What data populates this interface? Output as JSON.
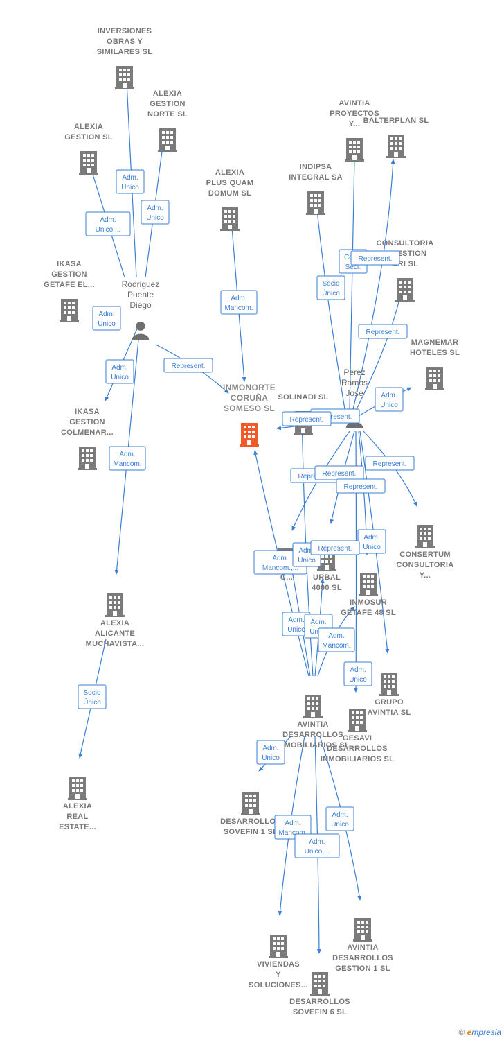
{
  "colors": {
    "edge": "#3a7fd5",
    "company": "#7b7b7b",
    "main_company": "#f05a28",
    "person": "#6f6f6f"
  },
  "companies": [
    {
      "id": "inversiones",
      "lines": [
        "INVERSIONES",
        "OBRAS Y",
        "SIMILARES SL"
      ]
    },
    {
      "id": "alexia_norte",
      "lines": [
        "ALEXIA",
        "GESTION",
        "NORTE  SL"
      ]
    },
    {
      "id": "alexia_gestion",
      "lines": [
        "ALEXIA",
        "GESTION  SL"
      ]
    },
    {
      "id": "alexia_plus",
      "lines": [
        "ALEXIA",
        "PLUS QUAM",
        "DOMUM  SL"
      ]
    },
    {
      "id": "avintia_proyectos",
      "lines": [
        "AVINTIA",
        "PROYECTOS",
        "Y..."
      ]
    },
    {
      "id": "balterplan",
      "lines": [
        "BALTERPLAN SL"
      ]
    },
    {
      "id": "indipsa",
      "lines": [
        "INDIPSA",
        "INTEGRAL SA"
      ]
    },
    {
      "id": "consultoria_gri",
      "lines": [
        "CONSULTORIA",
        "Y GESTION",
        "GRI  SL"
      ]
    },
    {
      "id": "ikasa_getafe",
      "lines": [
        "IKASA",
        "GESTION",
        "GETAFE EL..."
      ]
    },
    {
      "id": "magnemar",
      "lines": [
        "MAGNEMAR",
        "HOTELES  SL"
      ]
    },
    {
      "id": "inmonorte",
      "lines": [
        "INMONORTE",
        "CORUÑA",
        "SOMESO  SL"
      ],
      "main": true
    },
    {
      "id": "solinadi",
      "lines": [
        "SOLINADI  SL"
      ]
    },
    {
      "id": "ikasa_colmenar",
      "lines": [
        "IKASA",
        "GESTION",
        "COLMENAR..."
      ]
    },
    {
      "id": "consertum",
      "lines": [
        "CONSERTUM",
        "CONSULTORIA",
        "Y..."
      ]
    },
    {
      "id": "c_company",
      "lines": [
        "C..."
      ]
    },
    {
      "id": "urbal",
      "lines": [
        "URBAL",
        "4000 SL"
      ]
    },
    {
      "id": "inmosur",
      "lines": [
        "INMOSUR",
        "GETAFE 48  SL"
      ]
    },
    {
      "id": "alexia_alicante",
      "lines": [
        "ALEXIA",
        "ALICANTE",
        "MUCHAVISTA..."
      ]
    },
    {
      "id": "grupo_avintia",
      "lines": [
        "GRUPO",
        "AVINTIA SL"
      ]
    },
    {
      "id": "avintia_desarrollos",
      "lines": [
        "AVINTIA",
        "DESARROLLOS",
        "INMOBILIARIOS SL"
      ]
    },
    {
      "id": "gesavi",
      "lines": [
        "GESAVI",
        "DESARROLLOS",
        "INMOBILIARIOS SL"
      ]
    },
    {
      "id": "alexia_real",
      "lines": [
        "ALEXIA",
        "REAL",
        "ESTATE..."
      ]
    },
    {
      "id": "sovefin1",
      "lines": [
        "DESARROLLOS",
        "SOVEFIN 1 SL"
      ]
    },
    {
      "id": "avintia_gestion1",
      "lines": [
        "AVINTIA",
        "DESARROLLOS",
        "GESTION 1 SL"
      ]
    },
    {
      "id": "viviendas",
      "lines": [
        "VIVIENDAS",
        "Y",
        "SOLUCIONES..."
      ]
    },
    {
      "id": "sovefin6",
      "lines": [
        "DESARROLLOS",
        "SOVEFIN 6  SL"
      ]
    }
  ],
  "persons": [
    {
      "id": "rodriguez",
      "lines": [
        "Rodriguez",
        "Puente",
        "Diego"
      ]
    },
    {
      "id": "perez",
      "lines": [
        "Perez",
        "Ramos",
        "Jose"
      ]
    }
  ],
  "edge_labels": [
    {
      "id": "e1",
      "lines": [
        "Adm.",
        "Unico"
      ]
    },
    {
      "id": "e2",
      "lines": [
        "Adm.",
        "Unico"
      ]
    },
    {
      "id": "e3",
      "lines": [
        "Adm.",
        "Unico,..."
      ]
    },
    {
      "id": "e4",
      "lines": [
        "Adm.",
        "Unico"
      ]
    },
    {
      "id": "e5",
      "lines": [
        "Adm.",
        "Mancom."
      ]
    },
    {
      "id": "e6",
      "lines": [
        "Adm.",
        "Unico"
      ]
    },
    {
      "id": "e7",
      "lines": [
        "Represent."
      ]
    },
    {
      "id": "e8",
      "lines": [
        "Adm.",
        "Mancom."
      ]
    },
    {
      "id": "e9",
      "lines": [
        "Socio",
        "Único"
      ]
    },
    {
      "id": "e10",
      "lines": [
        "Cons.",
        "Secr."
      ]
    },
    {
      "id": "e11",
      "lines": [
        "Represent."
      ]
    },
    {
      "id": "e12",
      "lines": [
        "Socio",
        "Único"
      ]
    },
    {
      "id": "e13",
      "lines": [
        "Represent."
      ]
    },
    {
      "id": "e14",
      "lines": [
        "Adm.",
        "Unico"
      ]
    },
    {
      "id": "e15",
      "lines": [
        "Represent."
      ]
    },
    {
      "id": "e16",
      "lines": [
        "Represent."
      ]
    },
    {
      "id": "e17",
      "lines": [
        "Represent."
      ]
    },
    {
      "id": "e18",
      "lines": [
        "Represent."
      ]
    },
    {
      "id": "e19",
      "lines": [
        "Represent."
      ]
    },
    {
      "id": "e20",
      "lines": [
        "Represent."
      ]
    },
    {
      "id": "e21",
      "lines": [
        "Adm.",
        "Unico"
      ]
    },
    {
      "id": "e22",
      "lines": [
        "Adm.",
        "Mancom.,..."
      ]
    },
    {
      "id": "e23",
      "lines": [
        "Adm.",
        "Unico"
      ]
    },
    {
      "id": "e24",
      "lines": [
        "Represent."
      ]
    },
    {
      "id": "e25",
      "lines": [
        "Adm.",
        "Unico"
      ]
    },
    {
      "id": "e26",
      "lines": [
        "Adm.",
        "Unico"
      ]
    },
    {
      "id": "e27",
      "lines": [
        "Adm.",
        "Mancom."
      ]
    },
    {
      "id": "e28",
      "lines": [
        "Adm.",
        "Unico"
      ]
    },
    {
      "id": "e29",
      "lines": [
        "Adm.",
        "Unico"
      ]
    },
    {
      "id": "e30",
      "lines": [
        "Adm.",
        "Unico"
      ]
    },
    {
      "id": "e31",
      "lines": [
        "Adm.",
        "Mancom."
      ]
    },
    {
      "id": "e32",
      "lines": [
        "Adm.",
        "Unico,..."
      ]
    }
  ],
  "footer": {
    "copyright": "©",
    "brand_initial": "e",
    "brand_rest": "mpresia"
  }
}
